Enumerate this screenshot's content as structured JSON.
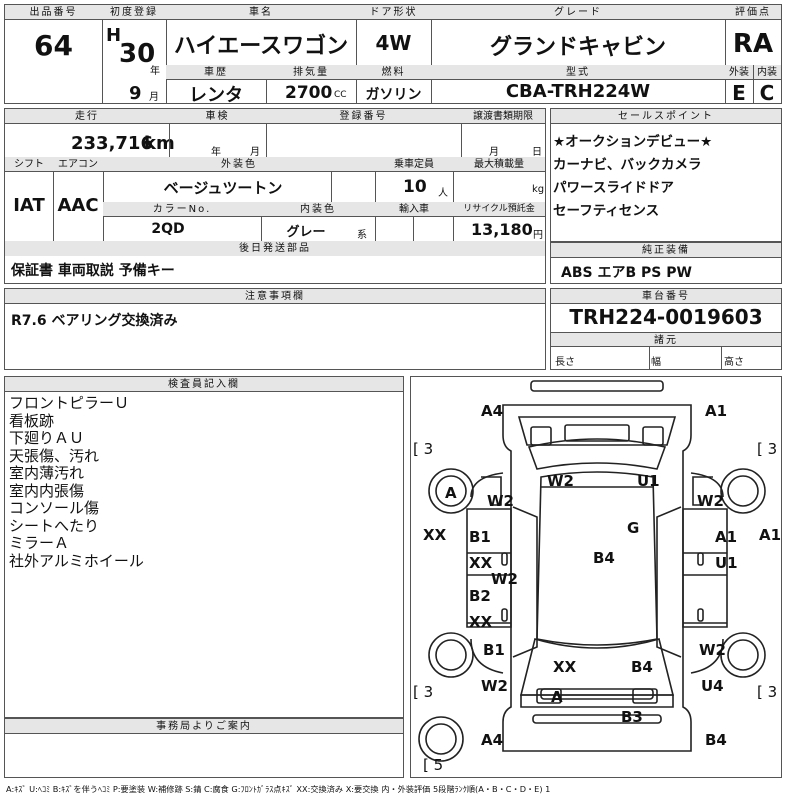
{
  "header": {
    "lot_no_label": "出品番号",
    "lot_no": "64",
    "first_reg_label": "初度登録",
    "era": "H",
    "year": "30",
    "year_unit": "年",
    "month": "9",
    "month_unit": "月",
    "car_name_label": "車名",
    "car_name": "ハイエースワゴン",
    "history_label": "車歴",
    "history": "レンタ",
    "displacement_label": "排気量",
    "displacement": "2700",
    "displacement_unit": "CC",
    "door_label": "ドア形状",
    "door": "4W",
    "fuel_label": "燃料",
    "fuel": "ガソリン",
    "grade_label": "グレード",
    "grade": "グランドキャビン",
    "model_label": "型式",
    "model": "CBA-TRH224W",
    "score_label": "評価点",
    "score": "RA",
    "exterior_label": "外装",
    "exterior": "E",
    "interior_label": "内装",
    "interior": "C"
  },
  "row2": {
    "mileage_label": "走行",
    "mileage": "233,716",
    "mileage_unit": "km",
    "inspection_label": "車検",
    "inspection_year_unit": "年",
    "inspection_month_unit": "月",
    "reg_no_label": "登録番号",
    "transfer_label": "譲渡書類期限",
    "transfer_month_unit": "月",
    "transfer_day_unit": "日",
    "shift_label": "シフト",
    "shift": "IAT",
    "ac_label": "エアコン",
    "ac": "AAC",
    "ext_color_label": "外装色",
    "ext_color": "ベージュツートン",
    "capacity_label": "乗車定員",
    "capacity": "10",
    "capacity_unit": "人",
    "max_load_label": "最大積載量",
    "max_load_unit": "kg",
    "color_no_label": "カラーNo.",
    "color_no": "2QD",
    "int_color_label": "内装色",
    "int_color": "グレー",
    "int_color_unit": "系",
    "import_label": "輸入車",
    "recycle_label": "リサイクル預託金",
    "recycle": "13,180",
    "recycle_unit": "円",
    "later_parts_label": "後日発送部品",
    "later_parts": "保証書 車両取説 予備キー"
  },
  "sales": {
    "label": "セールスポイント",
    "items": [
      "★オークションデビュー★",
      "カーナビ、バックカメラ",
      "パワースライドドア",
      "セーフティセンス"
    ]
  },
  "equipment": {
    "label": "純正装備",
    "value": "ABS エアB PS PW"
  },
  "caution": {
    "label": "注意事項欄",
    "value": "R7.6 ベアリング交換済み"
  },
  "chassis": {
    "label": "車台番号",
    "value": "TRH224-0019603",
    "spec_label": "諸元",
    "length_label": "長さ",
    "width_label": "幅",
    "height_label": "高さ"
  },
  "inspector": {
    "label": "検査員記入欄",
    "notes": [
      "フロントピラーＵ",
      "看板跡",
      "下廻りＡＵ",
      "天張傷、汚れ",
      "室内薄汚れ",
      "室内内張傷",
      "コンソール傷",
      "シートへたり",
      "ミラーＡ",
      "社外アルミホイール"
    ]
  },
  "office": {
    "label": "事務局よりご案内"
  },
  "diagram": {
    "bracket_tl": "[ 3",
    "bracket_tr": "[ 3",
    "bracket_bl": "[ 3",
    "bracket_br": "[ 3",
    "bracket_spare": "[ 5",
    "marks": {
      "a4_top": "A4",
      "a1_top": "A1",
      "wheel_fl": "A",
      "w2_fl": "W2",
      "w2_hood": "W2",
      "u1_hood": "U1",
      "w2_fr": "W2",
      "g_glass": "G",
      "xx_left": "XX",
      "a1_right": "A1",
      "b1_front_door": "B1",
      "xx_front_door": "XX",
      "b4_roof": "B4",
      "a1_right_door": "A1",
      "u1_right_door": "U1",
      "w2_pillar": "W2",
      "b2_rear_door": "B2",
      "xx_rear_door": "XX",
      "w2_rear_right": "W2",
      "b1_rear_left": "B1",
      "xx_rear_glass": "XX",
      "b4_rear": "B4",
      "w2_rl": "W2",
      "u4_rr": "U4",
      "a_bumper": "A",
      "b3_bumper": "B3",
      "a4_bottom": "A4",
      "b4_bottom": "B4"
    }
  },
  "legend": "A:ｷｽﾞ U:ﾍｺﾐ B:ｷｽﾞを伴うﾍｺﾐ P:要塗装 W:補修跡 S:錆 C:腐食 G:ﾌﾛﾝﾄｶﾞﾗｽ点ｷｽﾞ XX:交換済み X:要交換 内・外装評価 5段階ﾗﾝｸ順(A・B・C・D・E) 1"
}
